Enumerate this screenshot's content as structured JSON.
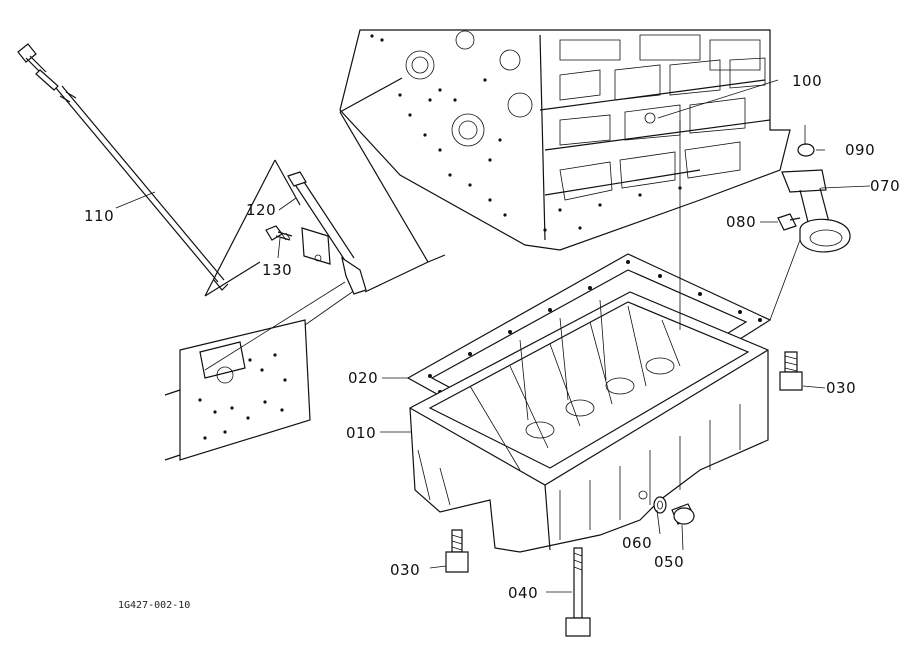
{
  "drawing_id": "1G427-002-10",
  "callouts": {
    "p010": "010",
    "p020": "020",
    "p030a": "030",
    "p030b": "030",
    "p040": "040",
    "p050": "050",
    "p060": "060",
    "p070": "070",
    "p080": "080",
    "p090": "090",
    "p100": "100",
    "p110": "110",
    "p120": "120",
    "p130": "130"
  }
}
